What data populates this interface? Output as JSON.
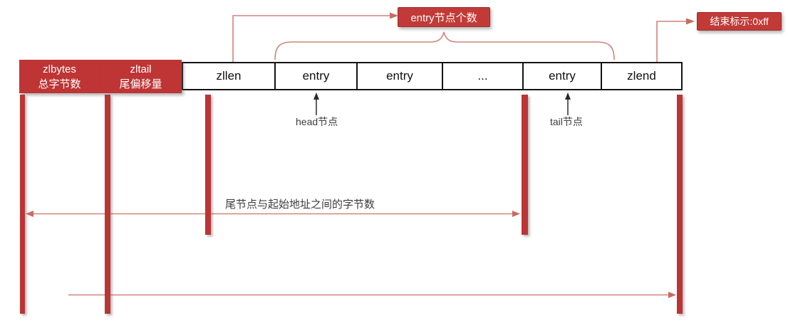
{
  "row": {
    "cells": [
      {
        "id": "zlbytes",
        "label": "zlbytes",
        "sublabel": "总字节数",
        "style": "red"
      },
      {
        "id": "zltail",
        "label": "zltail",
        "sublabel": "尾偏移量",
        "style": "red"
      },
      {
        "id": "zllen",
        "label": "zllen",
        "style": "white"
      },
      {
        "id": "entry-1",
        "label": "entry",
        "style": "white"
      },
      {
        "id": "entry-2",
        "label": "entry",
        "style": "white"
      },
      {
        "id": "ellipsis",
        "label": "...",
        "style": "white"
      },
      {
        "id": "entry-3",
        "label": "entry",
        "style": "white"
      },
      {
        "id": "zlend",
        "label": "zlend",
        "style": "white"
      }
    ]
  },
  "callouts": {
    "entry_count_label": "entry节点个数",
    "end_marker_label": "结束标示:0xff"
  },
  "annotations": {
    "head_node_label": "head节点",
    "tail_node_label": "tail节点",
    "tail_offset_label": "尾节点与起始地址之间的字节数"
  },
  "colors": {
    "box_red": "#bf3435",
    "callout_red": "#c23a37",
    "callout_border_red": "#9e2b29",
    "bar_red": "#bc3534",
    "line_red": "#d4837d",
    "arrowhead_red": "#c96b61",
    "border_black": "#141414",
    "note_gray": "#3d3d3d"
  }
}
